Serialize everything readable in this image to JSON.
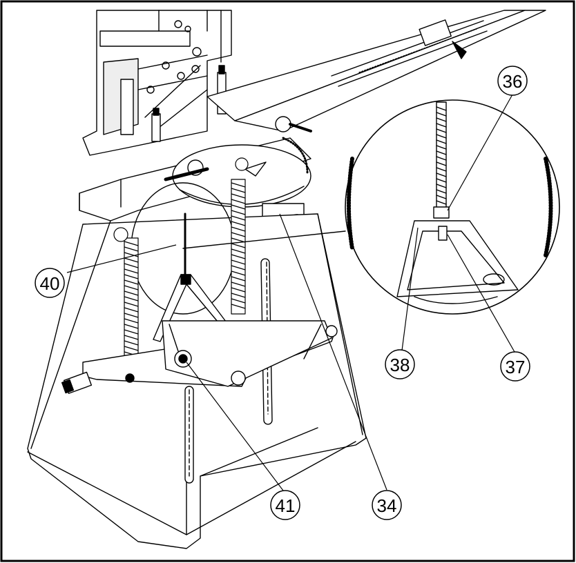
{
  "figure": {
    "callouts": [
      {
        "id": "c36",
        "text": "36"
      },
      {
        "id": "c40",
        "text": "40"
      },
      {
        "id": "c38",
        "text": "38"
      },
      {
        "id": "c37",
        "text": "37"
      },
      {
        "id": "c41",
        "text": "41"
      },
      {
        "id": "c34",
        "text": "34"
      }
    ]
  },
  "colors": {
    "line": "#000000",
    "background": "#ffffff",
    "frame": "#000000"
  }
}
